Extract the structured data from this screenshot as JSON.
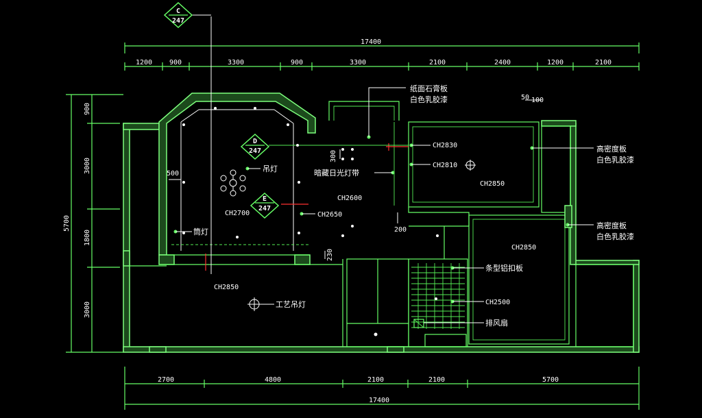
{
  "dimensions": {
    "top_total": "17400",
    "top_segments": [
      "1200",
      "900",
      "3300",
      "900",
      "3300",
      "2100",
      "2400",
      "1200",
      "2100"
    ],
    "bottom_total": "17400",
    "bottom_segments": [
      "2700",
      "4800",
      "2100",
      "2100",
      "5700"
    ],
    "left_total": "5700",
    "left_segments": [
      "900",
      "3000",
      "1800",
      "3000"
    ],
    "small_50": "50",
    "small_100": "100",
    "d300": "300",
    "d500": "500",
    "d200": "200",
    "d230": "230"
  },
  "section_markers": [
    {
      "letter": "C",
      "number": "247"
    },
    {
      "letter": "D",
      "number": "247"
    },
    {
      "letter": "E",
      "number": "247"
    }
  ],
  "ceiling_heights": {
    "ch2830": "CH2830",
    "ch2810": "CH2810",
    "ch2850_a": "CH2850",
    "ch2600": "CH2600",
    "ch2700": "CH2700",
    "ch2650": "CH2650",
    "ch2850_b": "CH2850",
    "ch2850_c": "CH2850",
    "ch2500": "CH2500"
  },
  "annotations": {
    "gypsum_1": "纸面石膏板",
    "gypsum_2": "白色乳胶漆",
    "mdf_a1": "高密度板",
    "mdf_a2": "白色乳胶漆",
    "mdf_b1": "高密度板",
    "mdf_b2": "白色乳胶漆",
    "pendant_lamp": "吊灯",
    "hidden_strip": "暗藏日光灯带",
    "downlight": "筒灯",
    "craft_lamp": "工艺吊灯",
    "aluminum_panel": "条型铝扣板",
    "exhaust_fan": "排风扇"
  }
}
